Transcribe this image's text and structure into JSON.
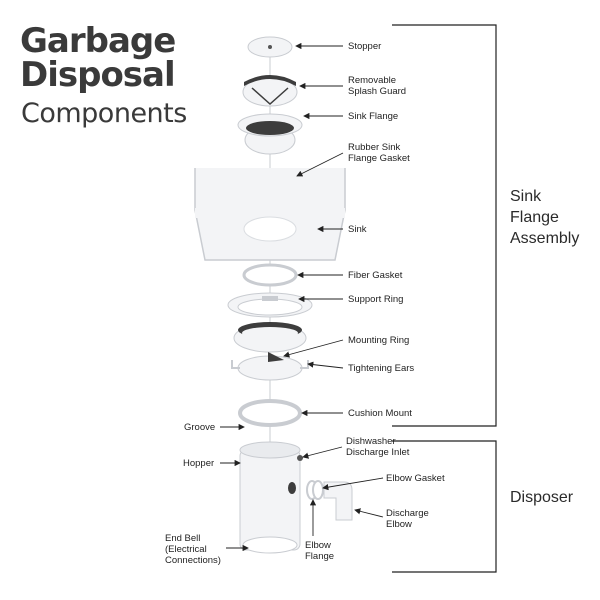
{
  "header": {
    "title_line1": "Garbage",
    "title_line2": "Disposal",
    "subtitle": "Components"
  },
  "groups": {
    "sink_flange_assembly": "Sink\nFlange\nAssembly",
    "disposer": "Disposer"
  },
  "labels": {
    "stopper": "Stopper",
    "splash_guard": "Removable\nSplash Guard",
    "sink_flange": "Sink Flange",
    "rubber_gasket": "Rubber Sink\nFlange Gasket",
    "sink": "Sink",
    "fiber_gasket": "Fiber Gasket",
    "support_ring": "Support Ring",
    "mounting_ring": "Mounting Ring",
    "tightening_ears": "Tightening Ears",
    "cushion_mount": "Cushion Mount",
    "groove": "Groove",
    "dishwasher_inlet": "Dishwasher\nDischarge Inlet",
    "hopper": "Hopper",
    "elbow_gasket": "Elbow Gasket",
    "discharge_elbow": "Discharge\nElbow",
    "end_bell": "End Bell\n(Electrical\nConnections)",
    "elbow_flange": "Elbow\nFlange"
  },
  "colors": {
    "part_fill": "#f3f4f6",
    "part_stroke": "#c9ccd1",
    "dark": "#3d3d3d",
    "line": "#222222"
  }
}
